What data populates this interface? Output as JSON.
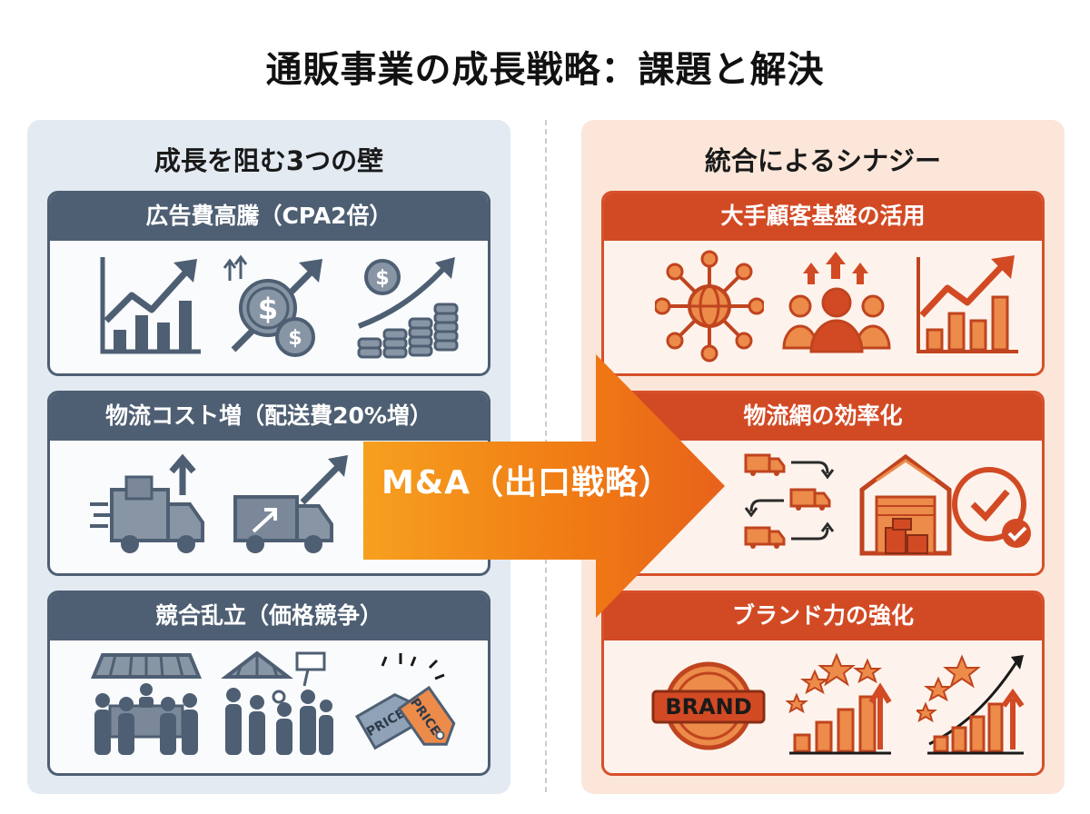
{
  "title": "通販事業の成長戦略：課題と解決",
  "left_panel": {
    "heading": "成長を阻む3つの壁",
    "cards": [
      {
        "title": "広告費高騰（CPA2倍）"
      },
      {
        "title": "物流コスト増（配送費20%増）"
      },
      {
        "title": "競合乱立（価格競争）"
      }
    ]
  },
  "right_panel": {
    "heading": "統合によるシナジー",
    "cards": [
      {
        "title": "大手顧客基盤の活用"
      },
      {
        "title": "物流網の効率化"
      },
      {
        "title": "ブランド力の強化"
      }
    ]
  },
  "arrow": {
    "label": "M&A（出口戦略）"
  },
  "badges": {
    "brand": "BRAND",
    "price": "PRICE"
  },
  "colors": {
    "slate": "#4e5f73",
    "orange": "#d24a24",
    "left_bg": "#e3eaf2",
    "right_bg": "#fbe6d9"
  }
}
